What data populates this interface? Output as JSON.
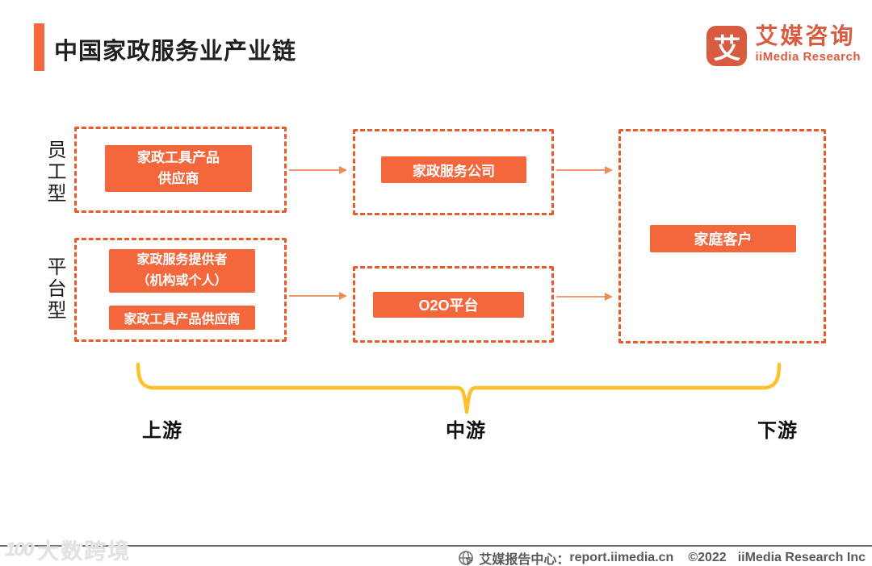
{
  "header": {
    "title": "中国家政服务业产业链",
    "logo": {
      "icon_glyph": "艾",
      "name_cn": "艾媒咨询",
      "name_en": "iiMedia Research"
    }
  },
  "diagram": {
    "row_labels": {
      "employee": "员工型",
      "platform": "平台型"
    },
    "nodes": {
      "tool_supplier_top": "家政工具产品\n供应商",
      "service_company": "家政服务公司",
      "service_provider": "家政服务提供者\n（机构或个人）",
      "tool_supplier_bottom": "家政工具产品供应商",
      "o2o_platform": "O2O平台",
      "household_customer": "家庭客户"
    },
    "stages": [
      "上游",
      "中游",
      "下游"
    ]
  },
  "footer": {
    "watermark_mark": "100",
    "watermark": "大数跨境",
    "source_label": "艾媒报告中心：",
    "url": "report.iimedia.cn",
    "copyright": "©2022",
    "company": "iiMedia Research Inc"
  },
  "colors": {
    "box_fill": "#F4673C",
    "dash_border": "#EB5928",
    "arrow": "#F09A6B",
    "brace_yellow": "#FFC12B",
    "logo_orange": "#DC5A3E",
    "footer_gray": "#595959"
  }
}
